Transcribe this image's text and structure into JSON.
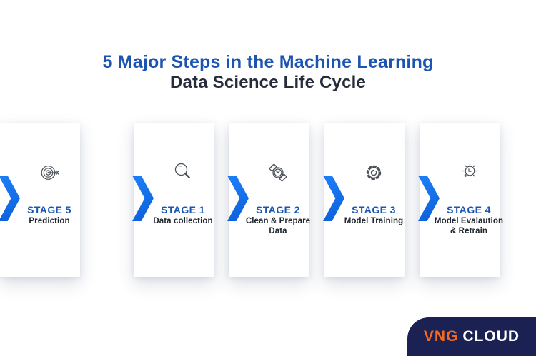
{
  "header": {
    "title_line1": "5 Major Steps in the Machine Learning",
    "title_line2": "Data Science Life Cycle"
  },
  "stages": [
    {
      "label": "STAGE 1",
      "lines": [
        "Data collection"
      ],
      "icon": "magnifier-icon"
    },
    {
      "label": "STAGE 2",
      "lines": [
        "Clean & Prepare",
        "Data"
      ],
      "icon": "watch-icon"
    },
    {
      "label": "STAGE 3",
      "lines": [
        "Model Training"
      ],
      "icon": "gear-icon"
    },
    {
      "label": "STAGE 4",
      "lines": [
        "Model Evalaution",
        "& Retrain"
      ],
      "icon": "idea-bulb-icon"
    },
    {
      "label": "STAGE 5",
      "lines": [
        "Prediction"
      ],
      "icon": "target-icon"
    }
  ],
  "logo": {
    "brand_primary": "VNG",
    "brand_secondary": "CLOUD"
  },
  "colors": {
    "title_blue": "#1C54B2",
    "dark_text": "#262C3A",
    "stage_label_blue": "#1A55B4",
    "description_text": "#20252E",
    "chevron_blue": "#1373F0",
    "chevron_blue_dark": "#0E62DC",
    "logo_navy": "#1B2153",
    "logo_orange": "#F3691E",
    "icon_stroke": "#4A4F57",
    "background": "#FFFFFF"
  }
}
